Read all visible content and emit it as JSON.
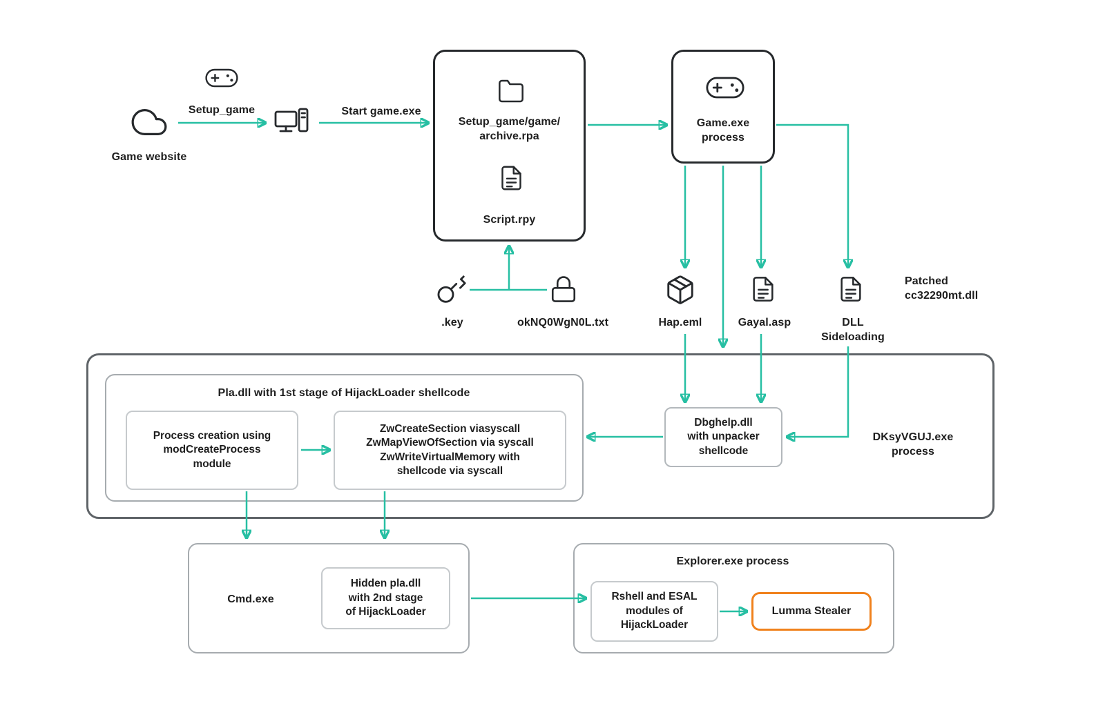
{
  "colors": {
    "accent_teal": "#27bfa3",
    "dark": "#26292c",
    "outer_border_gray": "#5f6468",
    "mid_border_gray": "#a6abaf",
    "leaf_border_gray": "#c6cacd",
    "orange": "#f0811c",
    "text": "#1e1e1e",
    "background": "#ffffff"
  },
  "icons": [
    "cloud-icon",
    "gamepad-icon",
    "computer-icon",
    "folder-icon",
    "file-icon",
    "key-icon",
    "lock-icon",
    "package-icon"
  ],
  "nodes": {
    "game_website": "Game website",
    "setup_game": "Setup_game",
    "start_game": "Start game.exe",
    "archive": "Setup_game/game/\narchive.rpa",
    "script": "Script.rpy",
    "game_process": "Game.exe\nprocess",
    "key_file": ".key",
    "txt_file": "okNQ0WgN0L.txt",
    "hap": "Hap.eml",
    "gayal": "Gayal.asp",
    "dll_sideloading": "DLL\nSideloading",
    "patched_dll": "Patched\ncc32290mt.dll",
    "dksyvguj_process": "DKsyVGUJ.exe\nprocess",
    "pla_stage1_title": "Pla.dll with 1st stage of HijackLoader shellcode",
    "process_creation": "Process creation using\nmodCreateProcess\nmodule",
    "syscalls": "ZwCreateSection viasyscall\nZwMapViewOfSection via syscall\nZwWriteVirtualMemory with\nshellcode via syscall",
    "dbghelp": "Dbghelp.dll\nwith unpacker\nshellcode",
    "cmd": "Cmd.exe",
    "hidden_pla": "Hidden pla.dll\nwith 2nd stage\nof HijackLoader",
    "explorer_process": "Explorer.exe process",
    "rshell": "Rshell and ESAL\nmodules of\nHijackLoader",
    "lumma": "Lumma Stealer"
  }
}
